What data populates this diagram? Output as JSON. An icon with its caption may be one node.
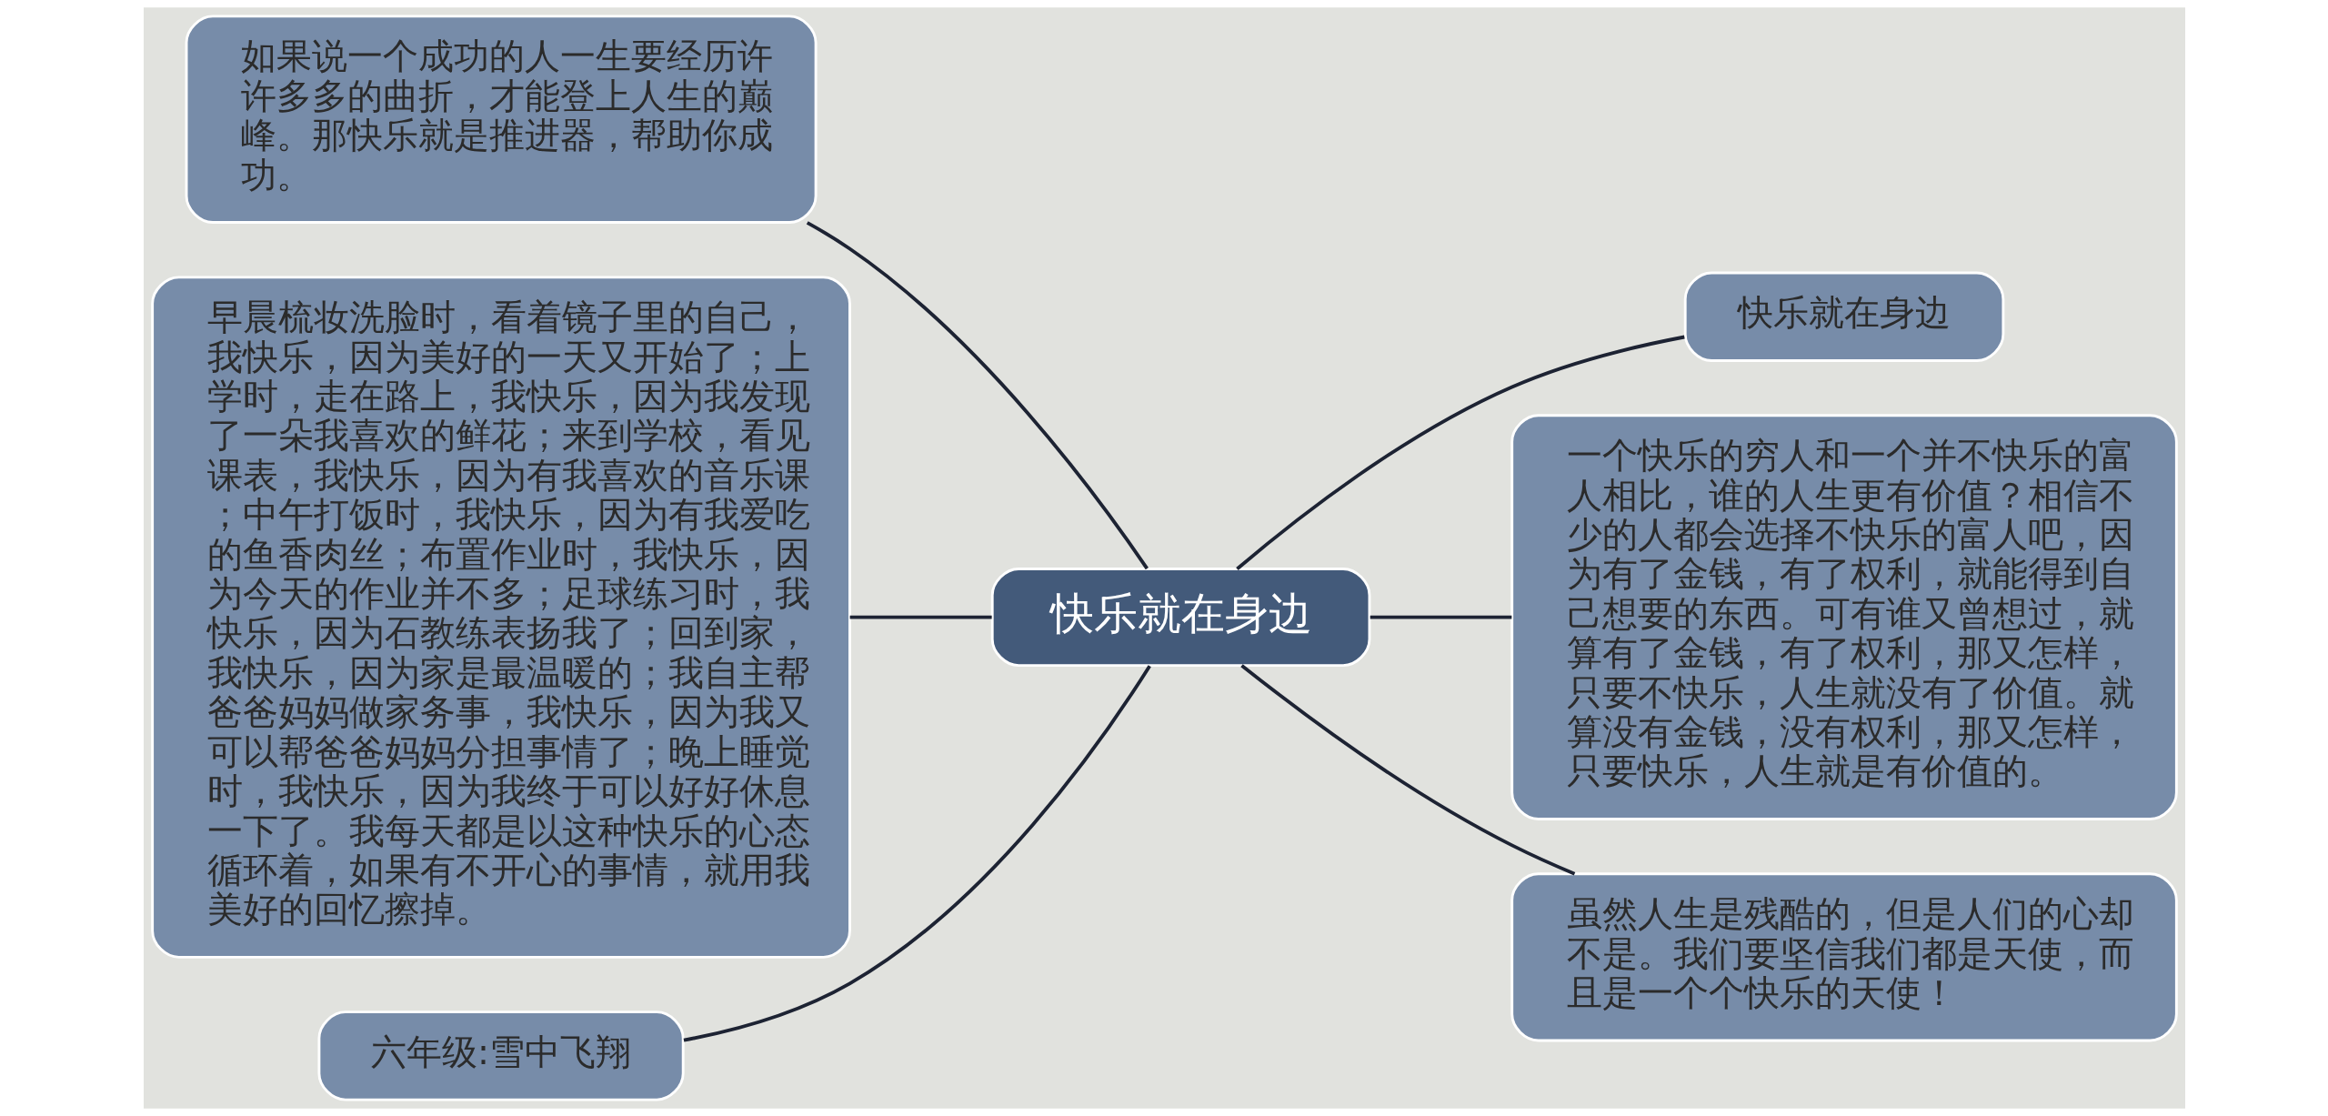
{
  "diagram": {
    "nodes": [
      {
        "text": [
          "快乐就在身边"
        ]
      },
      {
        "text": [
          "如果说一个成功的人一生要经历许许多多的曲折，才能登上人生的巅峰。那快乐就是推进器，帮助你成功。"
        ]
      },
      {
        "text": [
          "早晨梳妆洗脸时，看着镜子里的自己，我快乐，因为美好的一天又开始了；上学时，走在路上，我快乐，因为我发现了一朵我喜欢的鲜花；来到学校，看见课表，我快乐，因为有我喜欢的音乐课；中午打饭时，我快乐，因为有我爱吃的鱼香肉丝；布置作业时，我快乐，因为今天的作业并不多；足球练习时，我快乐，因为石教练表扬我了；回到家，我快乐，因为家是最温暖的；我自主帮爸爸妈妈做家务事，我快乐，因为我又可以帮爸爸妈妈分担事情了；晚上睡觉时，我快乐，因为我终于可以好好休息一下了。我每天都是以这种快乐的心态循环着，如果有不开心的事情，就用我美好的回忆擦掉。"
        ]
      },
      {
        "text": [
          "六年级:雪中飞翔"
        ]
      },
      {
        "text": [
          "快乐就在身边"
        ]
      },
      {
        "text": [
          "一个快乐的穷人和一个并不快乐的富人相比，谁的人生更有价值？相信不少的人都会选择不快乐的富人吧，因为有了金钱，有了权利，就能得到自己想要的东西。可有谁又曾想过，就算有了金钱，有了权利，那又怎样，只要不快乐，人生就没有了价值。就算没有金钱，没有权利，那又怎样，只要快乐，人生就是有价值的。"
        ]
      },
      {
        "text": [
          "虽然人生是残酷的，但是人们的心却不是。我们要坚信我们都是天使，而且是一个个快乐的天使！"
        ]
      }
    ],
    "edges": [
      {
        "from": 0,
        "to": 1,
        "arrow": "none"
      },
      {
        "from": 0,
        "to": 2,
        "arrow": "none"
      },
      {
        "from": 0,
        "to": 3,
        "arrow": "none"
      },
      {
        "from": 0,
        "to": 4,
        "arrow": "none"
      },
      {
        "from": 0,
        "to": 5,
        "arrow": "none"
      },
      {
        "from": 0,
        "to": 6,
        "arrow": "none"
      }
    ]
  }
}
